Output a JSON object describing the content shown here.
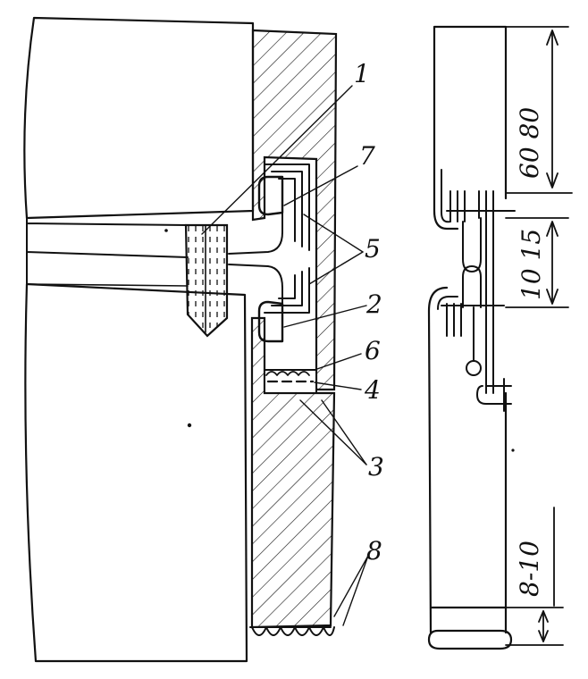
{
  "callouts": [
    "1",
    "7",
    "5",
    "2",
    "6",
    "4",
    "3",
    "8"
  ],
  "dimensions": {
    "top": "60 80",
    "middle": "10 15",
    "bottom": "8-10"
  },
  "colors": {
    "ink": "#111111",
    "paper": "#ffffff"
  }
}
